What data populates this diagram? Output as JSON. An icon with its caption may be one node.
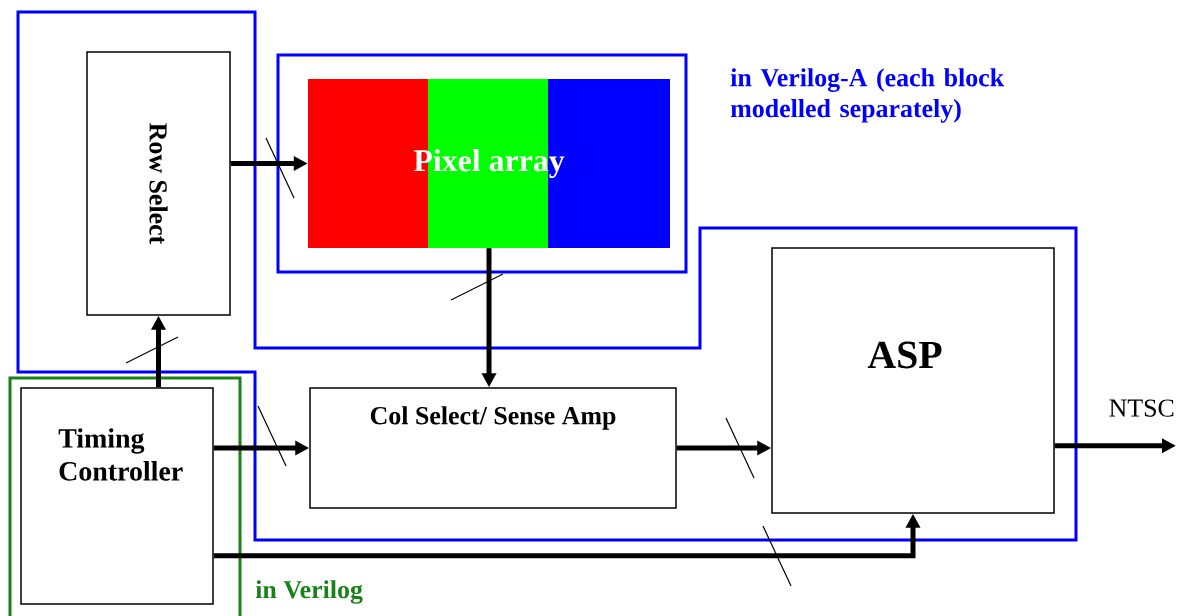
{
  "diagram": {
    "nodes": [
      {
        "text": [
          "in Verilog-A (each block modelled separately)"
        ]
      },
      {
        "text": [
          "Row Select"
        ],
        "in": 0
      },
      {
        "text": [
          "Pixel array"
        ],
        "in": 0
      },
      {
        "text": [
          "Col Select/ Sense Amp"
        ],
        "in": 0
      },
      {
        "text": [
          "ASP"
        ],
        "in": 0
      },
      {
        "text": [
          "in Verilog"
        ]
      },
      {
        "text": [
          "Timing Controller"
        ],
        "in": 5
      },
      {
        "text": [
          "NTSC"
        ]
      }
    ],
    "edges": [
      {
        "from": 1,
        "to": 2,
        "arrow": "to"
      },
      {
        "from": 2,
        "to": 3,
        "arrow": "to"
      },
      {
        "from": 6,
        "to": 1,
        "arrow": "to"
      },
      {
        "from": 6,
        "to": 3,
        "arrow": "to"
      },
      {
        "from": 3,
        "to": 4,
        "arrow": "to"
      },
      {
        "from": 6,
        "to": 4,
        "arrow": "to"
      },
      {
        "from": 4,
        "to": 7,
        "arrow": "to"
      }
    ]
  }
}
